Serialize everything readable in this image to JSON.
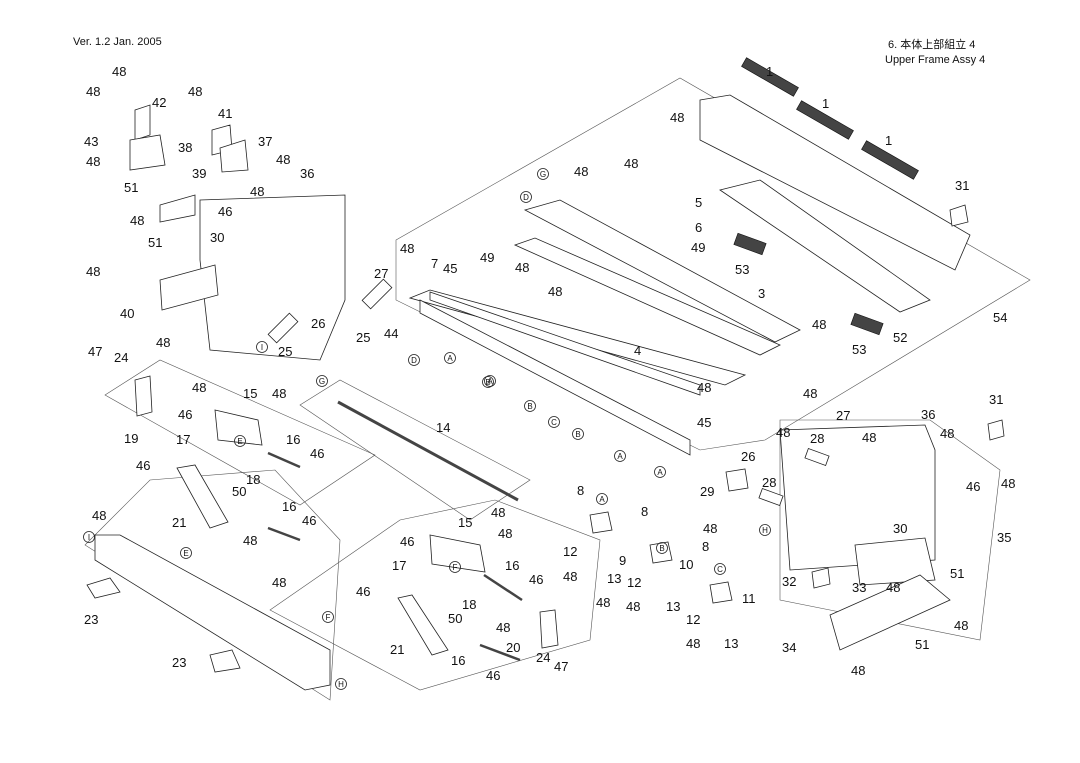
{
  "header": {
    "version": "Ver. 1.2  Jan. 2005",
    "title_ja": "6. 本体上部組立 4",
    "title_en": "Upper Frame Assy 4"
  },
  "labels": [
    {
      "id": "l1",
      "t": "48"
    },
    {
      "id": "l2",
      "t": "48"
    },
    {
      "id": "l3",
      "t": "42"
    },
    {
      "id": "l4",
      "t": "48"
    },
    {
      "id": "l5",
      "t": "41"
    },
    {
      "id": "l6",
      "t": "43"
    },
    {
      "id": "l7",
      "t": "37"
    },
    {
      "id": "l8",
      "t": "48"
    },
    {
      "id": "l9",
      "t": "38"
    },
    {
      "id": "l10",
      "t": "48"
    },
    {
      "id": "l11",
      "t": "36"
    },
    {
      "id": "l12",
      "t": "51"
    },
    {
      "id": "l13",
      "t": "39"
    },
    {
      "id": "l14",
      "t": "48"
    },
    {
      "id": "l15",
      "t": "48"
    },
    {
      "id": "l16",
      "t": "46"
    },
    {
      "id": "l17",
      "t": "30"
    },
    {
      "id": "l18",
      "t": "51"
    },
    {
      "id": "l19",
      "t": "48"
    },
    {
      "id": "l20",
      "t": "27"
    },
    {
      "id": "l21",
      "t": "40"
    },
    {
      "id": "l22",
      "t": "26"
    },
    {
      "id": "l23",
      "t": "25"
    },
    {
      "id": "l24",
      "t": "25"
    },
    {
      "id": "l25",
      "t": "47"
    },
    {
      "id": "l26",
      "t": "48"
    },
    {
      "id": "l27",
      "t": "24"
    },
    {
      "id": "l28",
      "t": "48"
    },
    {
      "id": "l29",
      "t": "15"
    },
    {
      "id": "l30",
      "t": "48"
    },
    {
      "id": "l31",
      "t": "19"
    },
    {
      "id": "l32",
      "t": "46"
    },
    {
      "id": "l33",
      "t": "17"
    },
    {
      "id": "l34",
      "t": "16"
    },
    {
      "id": "l35",
      "t": "46"
    },
    {
      "id": "l36",
      "t": "46"
    },
    {
      "id": "l37",
      "t": "18"
    },
    {
      "id": "l38",
      "t": "50"
    },
    {
      "id": "l39",
      "t": "14"
    },
    {
      "id": "l40",
      "t": "48"
    },
    {
      "id": "l41",
      "t": "21"
    },
    {
      "id": "l42",
      "t": "16"
    },
    {
      "id": "l43",
      "t": "46"
    },
    {
      "id": "l44",
      "t": "48"
    },
    {
      "id": "l45",
      "t": "23"
    },
    {
      "id": "l46",
      "t": "48"
    },
    {
      "id": "l47",
      "t": "23"
    },
    {
      "id": "l48",
      "t": "48"
    },
    {
      "id": "l49",
      "t": "7"
    },
    {
      "id": "l50",
      "t": "45"
    },
    {
      "id": "l51",
      "t": "49"
    },
    {
      "id": "l52",
      "t": "44"
    },
    {
      "id": "l53",
      "t": "48"
    },
    {
      "id": "l54",
      "t": "48"
    },
    {
      "id": "l55",
      "t": "48"
    },
    {
      "id": "l56",
      "t": "48"
    },
    {
      "id": "l57",
      "t": "5"
    },
    {
      "id": "l58",
      "t": "6"
    },
    {
      "id": "l59",
      "t": "49"
    },
    {
      "id": "l60",
      "t": "3"
    },
    {
      "id": "l61",
      "t": "4"
    },
    {
      "id": "l62",
      "t": "48"
    },
    {
      "id": "l63",
      "t": "45"
    },
    {
      "id": "l64",
      "t": "1"
    },
    {
      "id": "l65",
      "t": "1"
    },
    {
      "id": "l66",
      "t": "1"
    },
    {
      "id": "l67",
      "t": "48"
    },
    {
      "id": "l68",
      "t": "31"
    },
    {
      "id": "l69",
      "t": "53"
    },
    {
      "id": "l70",
      "t": "48"
    },
    {
      "id": "l71",
      "t": "53"
    },
    {
      "id": "l72",
      "t": "52"
    },
    {
      "id": "l73",
      "t": "54"
    },
    {
      "id": "l74",
      "t": "48"
    },
    {
      "id": "l75",
      "t": "27"
    },
    {
      "id": "l76",
      "t": "36"
    },
    {
      "id": "l77",
      "t": "31"
    },
    {
      "id": "l78",
      "t": "48"
    },
    {
      "id": "l79",
      "t": "28"
    },
    {
      "id": "l80",
      "t": "48"
    },
    {
      "id": "l81",
      "t": "48"
    },
    {
      "id": "l82",
      "t": "26"
    },
    {
      "id": "l83",
      "t": "28"
    },
    {
      "id": "l84",
      "t": "46"
    },
    {
      "id": "l85",
      "t": "29"
    },
    {
      "id": "l86",
      "t": "48"
    },
    {
      "id": "l87",
      "t": "48"
    },
    {
      "id": "l88",
      "t": "30"
    },
    {
      "id": "l89",
      "t": "35"
    },
    {
      "id": "l90",
      "t": "51"
    },
    {
      "id": "l91",
      "t": "32"
    },
    {
      "id": "l92",
      "t": "33"
    },
    {
      "id": "l93",
      "t": "48"
    },
    {
      "id": "l94",
      "t": "48"
    },
    {
      "id": "l95",
      "t": "34"
    },
    {
      "id": "l96",
      "t": "51"
    },
    {
      "id": "l97",
      "t": "48"
    },
    {
      "id": "l98",
      "t": "8"
    },
    {
      "id": "l99",
      "t": "9"
    },
    {
      "id": "l100",
      "t": "12"
    },
    {
      "id": "l101",
      "t": "48"
    },
    {
      "id": "l102",
      "t": "13"
    },
    {
      "id": "l103",
      "t": "8"
    },
    {
      "id": "l104",
      "t": "10"
    },
    {
      "id": "l105",
      "t": "12"
    },
    {
      "id": "l106",
      "t": "48"
    },
    {
      "id": "l107",
      "t": "13"
    },
    {
      "id": "l108",
      "t": "8"
    },
    {
      "id": "l109",
      "t": "11"
    },
    {
      "id": "l110",
      "t": "12"
    },
    {
      "id": "l111",
      "t": "48"
    },
    {
      "id": "l112",
      "t": "13"
    },
    {
      "id": "l113",
      "t": "48"
    },
    {
      "id": "l114",
      "t": "15"
    },
    {
      "id": "l115",
      "t": "48"
    },
    {
      "id": "l116",
      "t": "46"
    },
    {
      "id": "l117",
      "t": "17"
    },
    {
      "id": "l118",
      "t": "16"
    },
    {
      "id": "l119",
      "t": "46"
    },
    {
      "id": "l120",
      "t": "46"
    },
    {
      "id": "l121",
      "t": "18"
    },
    {
      "id": "l122",
      "t": "48"
    },
    {
      "id": "l123",
      "t": "50"
    },
    {
      "id": "l124",
      "t": "48"
    },
    {
      "id": "l125",
      "t": "21"
    },
    {
      "id": "l126",
      "t": "20"
    },
    {
      "id": "l127",
      "t": "24"
    },
    {
      "id": "l128",
      "t": "16"
    },
    {
      "id": "l129",
      "t": "47"
    },
    {
      "id": "l130",
      "t": "46"
    }
  ],
  "callouts": [
    {
      "id": "c1",
      "t": "G"
    },
    {
      "id": "c2",
      "t": "D"
    },
    {
      "id": "c3",
      "t": "I"
    },
    {
      "id": "c4",
      "t": "G"
    },
    {
      "id": "c5",
      "t": "D"
    },
    {
      "id": "c6",
      "t": "A"
    },
    {
      "id": "c7",
      "t": "B"
    },
    {
      "id": "c8",
      "t": "A"
    },
    {
      "id": "c9",
      "t": "B"
    },
    {
      "id": "c10",
      "t": "C"
    },
    {
      "id": "c11",
      "t": "B"
    },
    {
      "id": "c12",
      "t": "A"
    },
    {
      "id": "c13",
      "t": "A"
    },
    {
      "id": "c14",
      "t": "E"
    },
    {
      "id": "c15",
      "t": "I"
    },
    {
      "id": "c16",
      "t": "E"
    },
    {
      "id": "c17",
      "t": "F"
    },
    {
      "id": "c18",
      "t": "H"
    },
    {
      "id": "c19",
      "t": "A"
    },
    {
      "id": "c20",
      "t": "B"
    },
    {
      "id": "c21",
      "t": "C"
    },
    {
      "id": "c22",
      "t": "F"
    },
    {
      "id": "c23",
      "t": "H"
    }
  ]
}
